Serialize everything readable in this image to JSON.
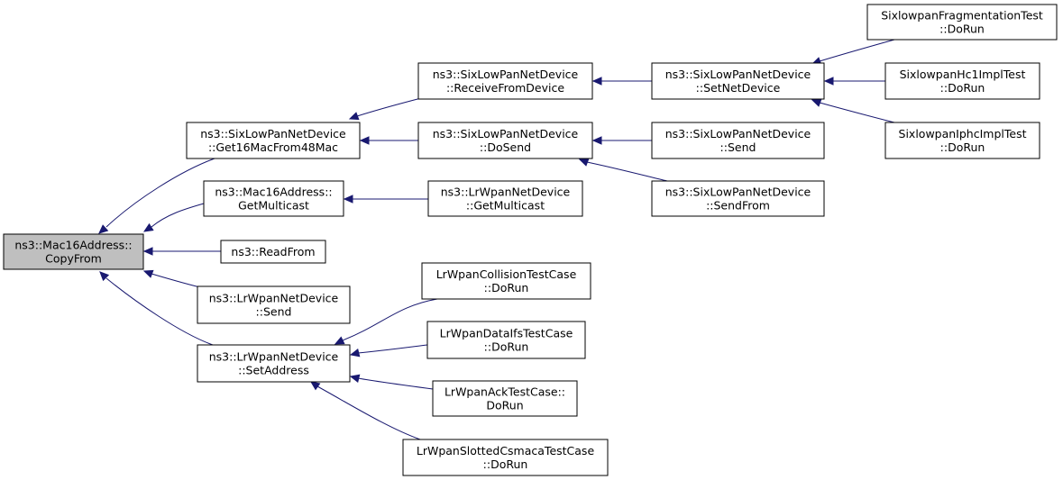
{
  "nodes": [
    {
      "id": "n0",
      "line1": "ns3::Mac16Address::",
      "line2": "CopyFrom",
      "root": true
    },
    {
      "id": "n1",
      "line1": "ns3::SixLowPanNetDevice",
      "line2": "::Get16MacFrom48Mac"
    },
    {
      "id": "n2",
      "line1": "ns3::Mac16Address::",
      "line2": "GetMulticast"
    },
    {
      "id": "n3",
      "line1": "ns3::ReadFrom",
      "line2": ""
    },
    {
      "id": "n4",
      "line1": "ns3::LrWpanNetDevice",
      "line2": "::Send"
    },
    {
      "id": "n5",
      "line1": "ns3::LrWpanNetDevice",
      "line2": "::SetAddress"
    },
    {
      "id": "n6",
      "line1": "ns3::SixLowPanNetDevice",
      "line2": "::ReceiveFromDevice"
    },
    {
      "id": "n7",
      "line1": "ns3::SixLowPanNetDevice",
      "line2": "::DoSend"
    },
    {
      "id": "n8",
      "line1": "ns3::LrWpanNetDevice",
      "line2": "::GetMulticast"
    },
    {
      "id": "n9",
      "line1": "LrWpanCollisionTestCase",
      "line2": "::DoRun"
    },
    {
      "id": "n10",
      "line1": "LrWpanDataIfsTestCase",
      "line2": "::DoRun"
    },
    {
      "id": "n11",
      "line1": "LrWpanAckTestCase::",
      "line2": "DoRun"
    },
    {
      "id": "n12",
      "line1": "LrWpanSlottedCsmacaTestCase",
      "line2": "::DoRun"
    },
    {
      "id": "n13",
      "line1": "ns3::SixLowPanNetDevice",
      "line2": "::SetNetDevice"
    },
    {
      "id": "n14",
      "line1": "ns3::SixLowPanNetDevice",
      "line2": "::Send"
    },
    {
      "id": "n15",
      "line1": "ns3::SixLowPanNetDevice",
      "line2": "::SendFrom"
    },
    {
      "id": "n16",
      "line1": "SixlowpanFragmentationTest",
      "line2": "::DoRun"
    },
    {
      "id": "n17",
      "line1": "SixlowpanHc1ImplTest",
      "line2": "::DoRun"
    },
    {
      "id": "n18",
      "line1": "SixlowpanIphcImplTest",
      "line2": "::DoRun"
    }
  ],
  "edges": [
    {
      "from": "n1",
      "to": "n0"
    },
    {
      "from": "n2",
      "to": "n0"
    },
    {
      "from": "n3",
      "to": "n0"
    },
    {
      "from": "n4",
      "to": "n0"
    },
    {
      "from": "n5",
      "to": "n0"
    },
    {
      "from": "n6",
      "to": "n1"
    },
    {
      "from": "n7",
      "to": "n1"
    },
    {
      "from": "n8",
      "to": "n2"
    },
    {
      "from": "n9",
      "to": "n5"
    },
    {
      "from": "n10",
      "to": "n5"
    },
    {
      "from": "n11",
      "to": "n5"
    },
    {
      "from": "n12",
      "to": "n5"
    },
    {
      "from": "n13",
      "to": "n6"
    },
    {
      "from": "n14",
      "to": "n7"
    },
    {
      "from": "n15",
      "to": "n7"
    },
    {
      "from": "n16",
      "to": "n13"
    },
    {
      "from": "n17",
      "to": "n13"
    },
    {
      "from": "n18",
      "to": "n13"
    }
  ]
}
